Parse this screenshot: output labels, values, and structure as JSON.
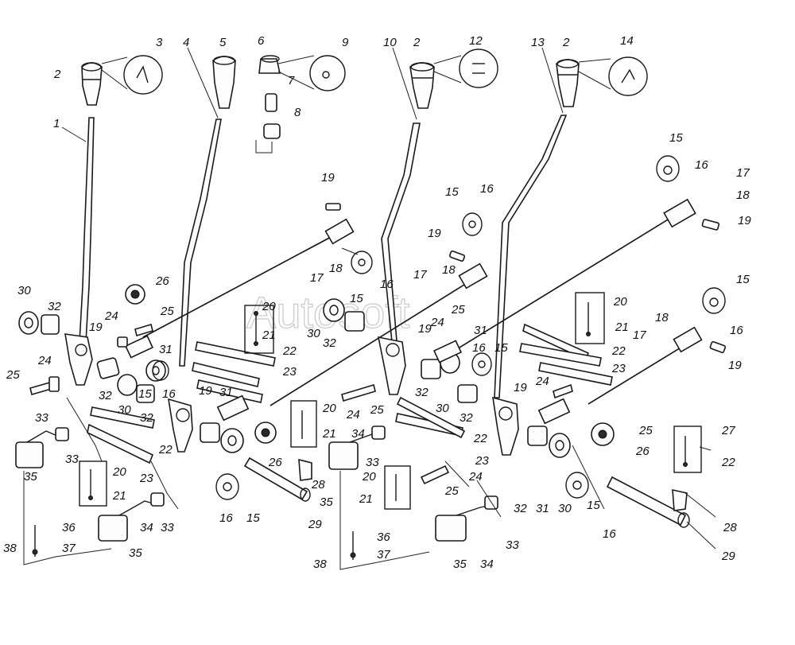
{
  "watermark": "Autosoft",
  "labels": [
    "1",
    "2",
    "3",
    "4",
    "5",
    "6",
    "7",
    "8",
    "9",
    "10",
    "12",
    "13",
    "14",
    "15",
    "16",
    "17",
    "18",
    "19",
    "20",
    "21",
    "22",
    "23",
    "24",
    "25",
    "26",
    "27",
    "28",
    "29",
    "30",
    "31",
    "32",
    "33",
    "34",
    "35",
    "36",
    "37",
    "38"
  ]
}
